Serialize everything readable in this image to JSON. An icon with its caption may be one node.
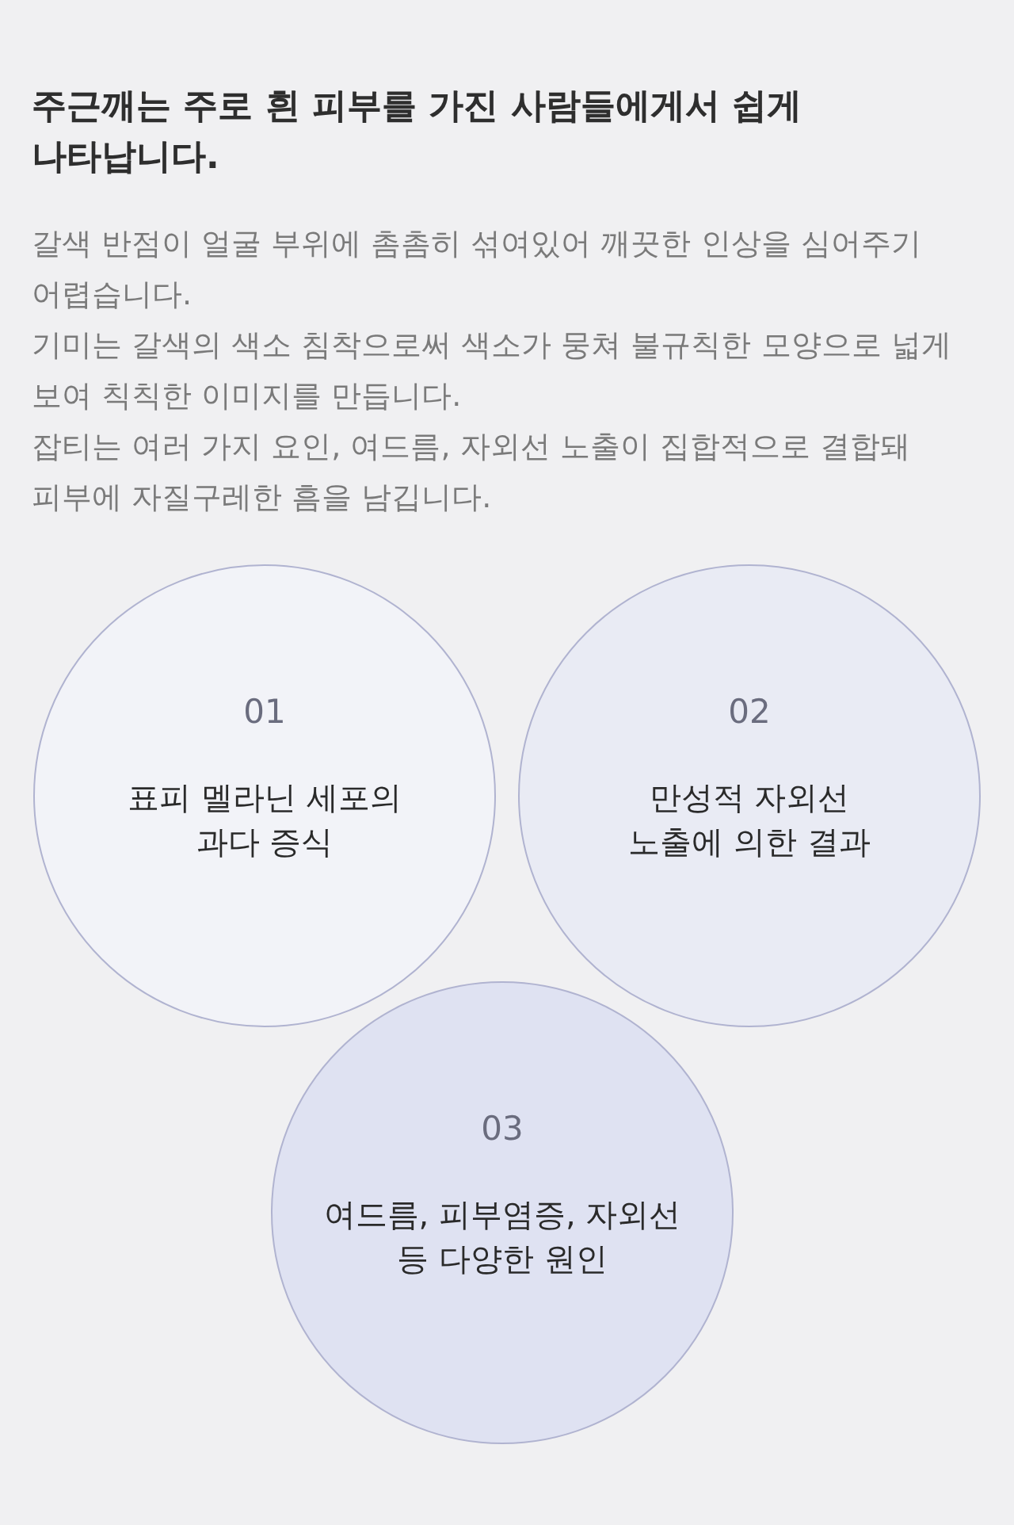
{
  "diagram": {
    "title": "주근깨는 주로 흰 피부를 가진 사람들에게서 쉽게 나타납니다.",
    "nodes": [
      {
        "text": [
          "01",
          "표피 멜라닌 세포의 과다 증식"
        ]
      },
      {
        "text": [
          "02",
          "만성적 자외선 노출에 의한 결과"
        ]
      },
      {
        "text": [
          "03",
          "여드름, 피부염증, 자외선 등 다양한 원인"
        ]
      }
    ],
    "edges": [],
    "labels": [
      "갈색 반점이 얼굴 부위에 촘촘히 섞여있어 깨끗한 인상을 심어주기 어렵습니다.",
      "기미는 갈색의 색소 침착으로써 색소가 뭉쳐 불규칙한 모양으로 넓게 보여 칙칙한 이미지를 만듭니다.",
      "잡티는 여러 가지 요인, 여드름, 자외선 노출이 집합적으로 결합돼 피부에 자질구레한 흠을 남깁니다."
    ]
  }
}
